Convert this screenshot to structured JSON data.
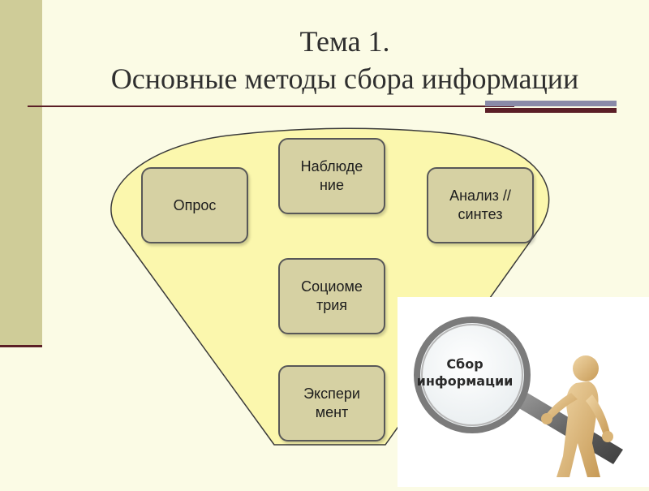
{
  "slide": {
    "title_line1": "Тема 1.",
    "title_line2": "Основные методы сбора информации"
  },
  "methods": [
    {
      "id": "opros",
      "label": "Опрос"
    },
    {
      "id": "nablyudenie",
      "label": "Наблюде ние"
    },
    {
      "id": "analiz",
      "label": "Анализ // синтез"
    },
    {
      "id": "sociometriya",
      "label": "Социоме трия"
    },
    {
      "id": "eksperiment",
      "label": "Экспери мент"
    }
  ],
  "illustration": {
    "magnifier_text": "Сбор информации",
    "icon": "figure-with-magnifier-icon"
  },
  "colors": {
    "background": "#fbfbe5",
    "funnel_fill": "#fbf7ad",
    "box_fill": "#d6d1a3",
    "accent": "#5b1e26"
  }
}
